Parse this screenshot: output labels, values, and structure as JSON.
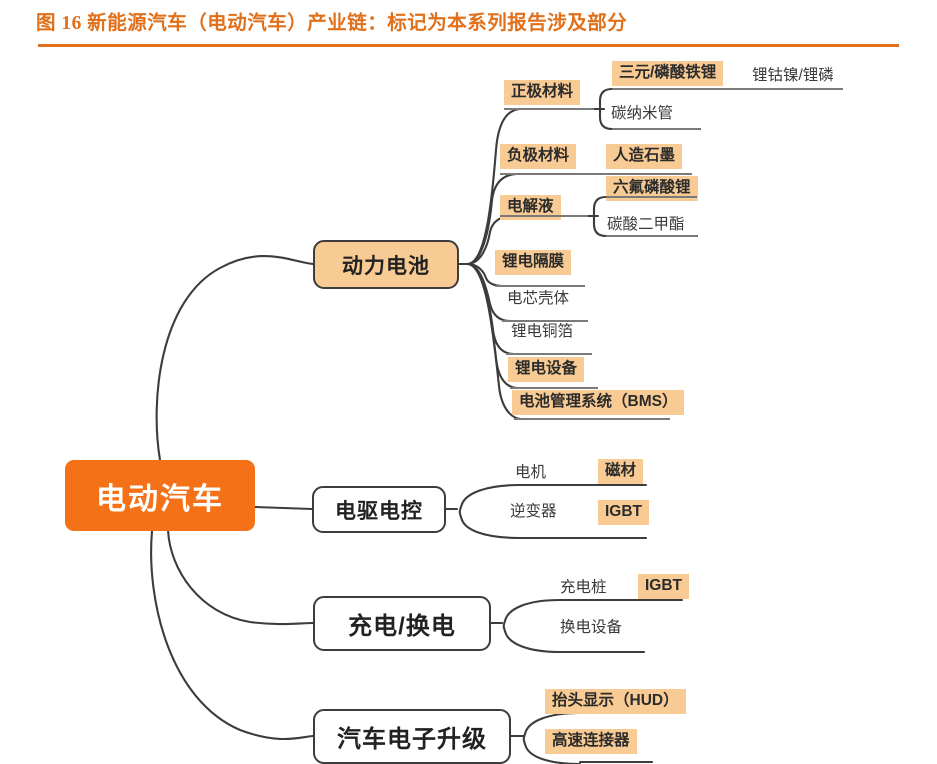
{
  "title": {
    "text": "图 16 新能源汽车（电动汽车）产业链：标记为本系列报告涉及部分",
    "color": "#E1701A"
  },
  "colors": {
    "root_fill": "#F57117",
    "root_text": "#FFFFFF",
    "highlight_fill": "#F9CB94",
    "node_border": "#3C3C3C",
    "line": "#3C3C3C",
    "underline": "#7A7A7A",
    "plain_text": "#3A3A3A"
  },
  "root": {
    "label": "电动汽车"
  },
  "branches": [
    {
      "id": "power-battery",
      "label": "动力电池",
      "highlighted": true,
      "leaves": [
        {
          "label": "正极材料",
          "highlighted": true,
          "children": [
            {
              "label": "三元/磷酸铁锂",
              "highlighted": true,
              "siblings": [
                {
                  "label": "锂钴镍/锂磷",
                  "highlighted": false
                }
              ]
            },
            {
              "label": "碳纳米管",
              "highlighted": false
            }
          ]
        },
        {
          "label": "负极材料",
          "highlighted": true,
          "inline": [
            {
              "label": "人造石墨",
              "highlighted": true
            }
          ]
        },
        {
          "label": "电解液",
          "highlighted": true,
          "children": [
            {
              "label": "六氟磷酸锂",
              "highlighted": true
            },
            {
              "label": "碳酸二甲酯",
              "highlighted": false
            }
          ]
        },
        {
          "label": "锂电隔膜",
          "highlighted": true
        },
        {
          "label": "电芯壳体",
          "highlighted": false
        },
        {
          "label": "锂电铜箔",
          "highlighted": false
        },
        {
          "label": "锂电设备",
          "highlighted": true
        },
        {
          "label": "电池管理系统（BMS）",
          "highlighted": true
        }
      ]
    },
    {
      "id": "edrive",
      "label": "电驱电控",
      "highlighted": false,
      "leaves": [
        {
          "label": "电机",
          "highlighted": false,
          "inline": [
            {
              "label": "磁材",
              "highlighted": true
            }
          ]
        },
        {
          "label": "逆变器",
          "highlighted": false,
          "inline": [
            {
              "label": "IGBT",
              "highlighted": true
            }
          ]
        }
      ]
    },
    {
      "id": "charging",
      "label": "充电/换电",
      "highlighted": false,
      "leaves": [
        {
          "label": "充电桩",
          "highlighted": false,
          "inline": [
            {
              "label": "IGBT",
              "highlighted": true
            }
          ]
        },
        {
          "label": "换电设备",
          "highlighted": false
        }
      ]
    },
    {
      "id": "auto-electronics",
      "label": "汽车电子升级",
      "highlighted": false,
      "leaves": [
        {
          "label": "抬头显示（HUD）",
          "highlighted": true
        },
        {
          "label": "高速连接器",
          "highlighted": true
        }
      ]
    }
  ]
}
